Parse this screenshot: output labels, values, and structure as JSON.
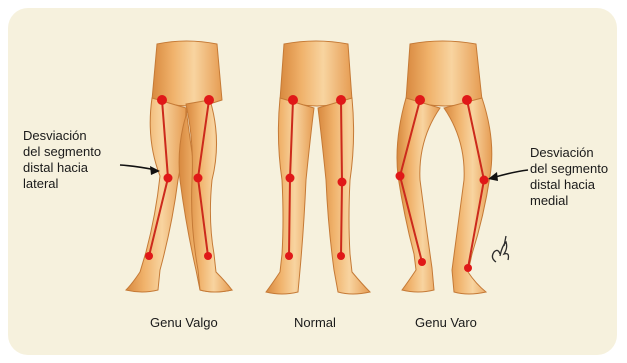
{
  "figures": [
    {
      "caption": "Genu Valgo"
    },
    {
      "caption": "Normal"
    },
    {
      "caption": "Genu Varo"
    }
  ],
  "annotations": {
    "left": {
      "lines": [
        "Desviación",
        "del segmento",
        "distal hacia",
        "lateral"
      ]
    },
    "right": {
      "lines": [
        "Desviación",
        "del segmento",
        "distal hacia",
        "medial"
      ]
    }
  },
  "signature": "Gjb",
  "colors": {
    "background_panel": "#f6f1dd",
    "skin_light": "#f8d4a0",
    "skin_mid": "#eeab63",
    "skin_dark": "#d8893f",
    "axis_line": "#cc2a1c",
    "joint_marker": "#e01818",
    "text": "#1a1a1a"
  }
}
